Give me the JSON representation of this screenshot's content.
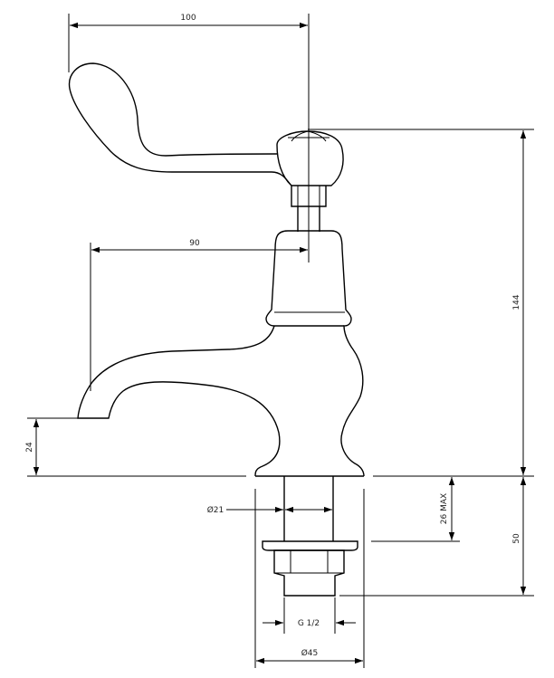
{
  "dimensions": {
    "handle_reach": "100",
    "spout_reach": "90",
    "spout_height": "24",
    "total_height": "144",
    "shank_diameter": "Ø21",
    "max_thickness": "26 MAX",
    "shank_length": "50",
    "thread": "G 1/2",
    "base_diameter": "Ø45"
  }
}
